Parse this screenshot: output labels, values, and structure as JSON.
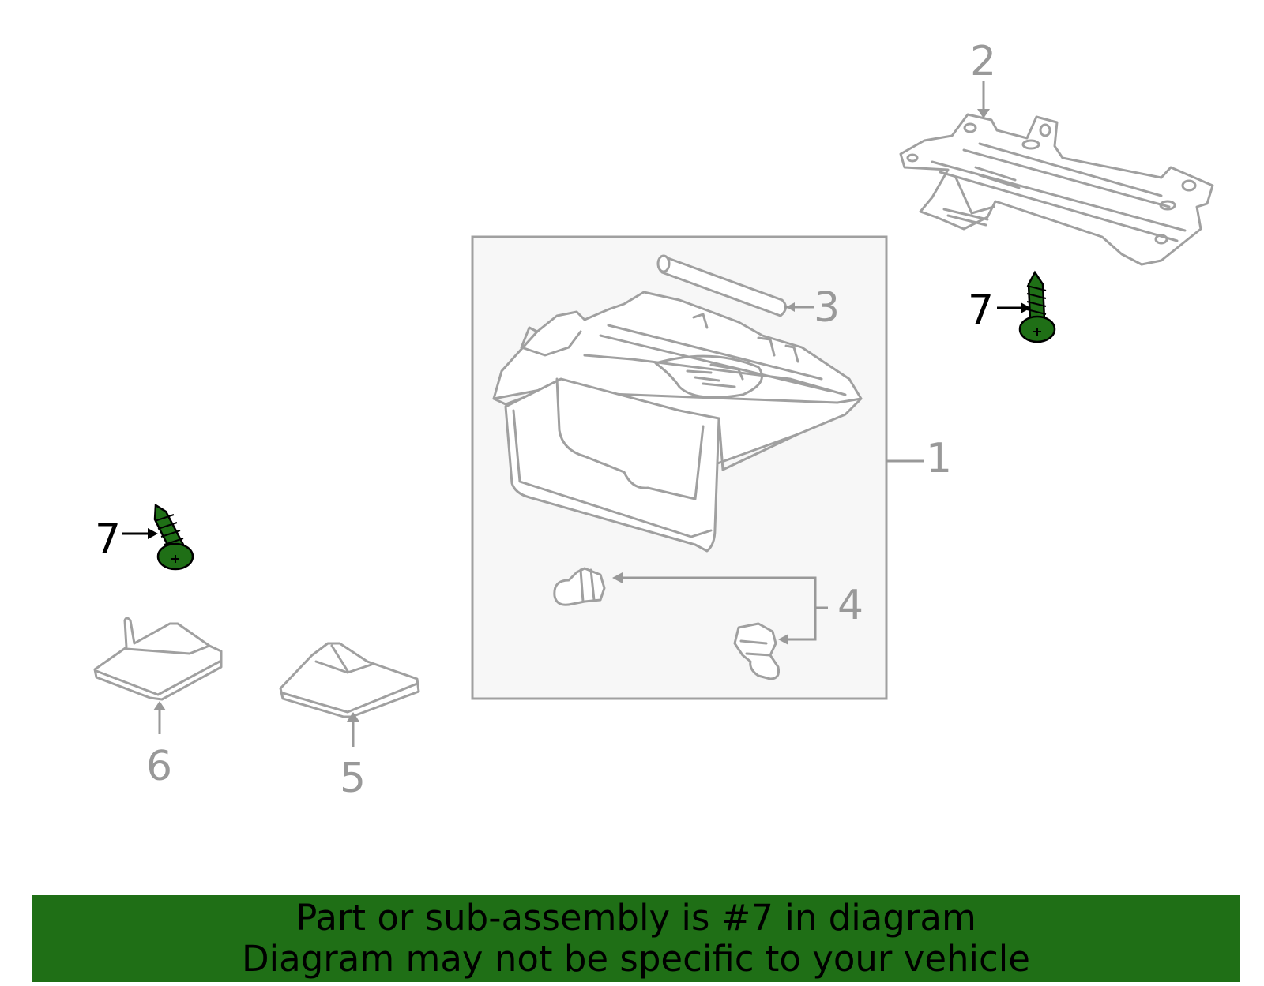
{
  "callouts": {
    "part1": "1",
    "part2": "2",
    "part3": "3",
    "part4": "4",
    "part5": "5",
    "part6": "6",
    "part7_right": "7",
    "part7_left": "7"
  },
  "banner": {
    "line1": "Part or sub-assembly is #7 in diagram",
    "line2": "Diagram may not be specific to your vehicle"
  },
  "colors": {
    "highlight_green": "#1f6f16",
    "part_gray": "#a0a0a0",
    "box_fill": "#f7f7f7"
  }
}
